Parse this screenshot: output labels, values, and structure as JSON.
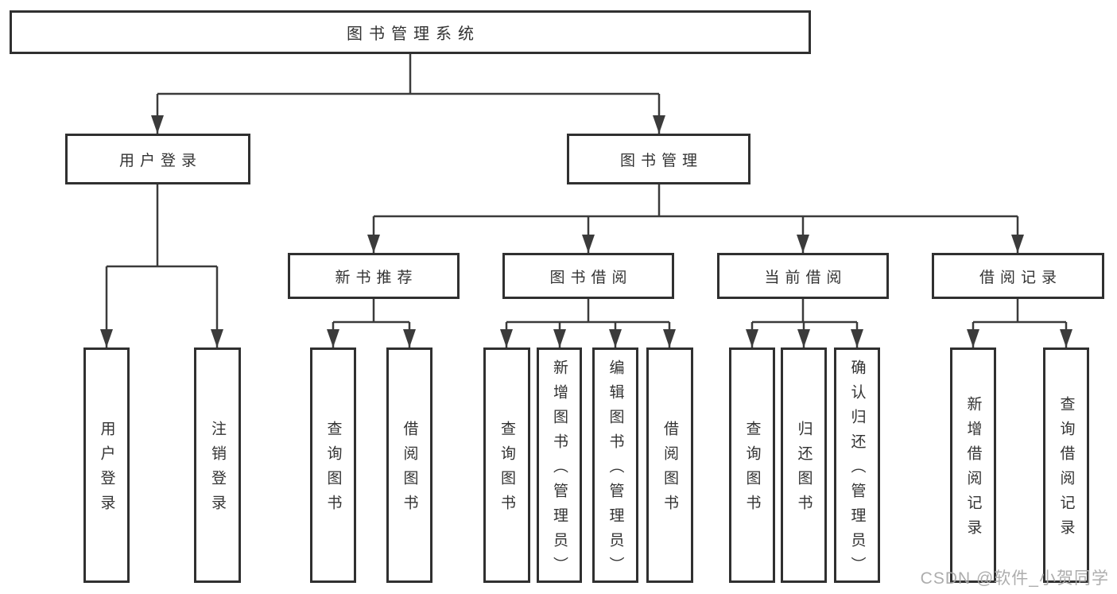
{
  "tree": {
    "root": {
      "label": "图书管理系统",
      "children": [
        {
          "label": "用户登录",
          "children": [
            {
              "label": "用户登录"
            },
            {
              "label": "注销登录"
            }
          ]
        },
        {
          "label": "图书管理",
          "children": [
            {
              "label": "新书推荐",
              "children": [
                {
                  "label": "查询图书"
                },
                {
                  "label": "借阅图书"
                }
              ]
            },
            {
              "label": "图书借阅",
              "children": [
                {
                  "label": "查询图书"
                },
                {
                  "label": "新增图书（管理员）"
                },
                {
                  "label": "编辑图书（管理员）"
                },
                {
                  "label": "借阅图书"
                }
              ]
            },
            {
              "label": "当前借阅",
              "children": [
                {
                  "label": "查询图书"
                },
                {
                  "label": "归还图书"
                },
                {
                  "label": "确认归还（管理员）"
                }
              ]
            },
            {
              "label": "借阅记录",
              "children": [
                {
                  "label": "新增借阅记录"
                },
                {
                  "label": "查询借阅记录"
                }
              ]
            }
          ]
        }
      ]
    }
  },
  "watermark": {
    "text": "CSDN @软件_小贺同学"
  },
  "colors": {
    "line": "#3b3b3b",
    "box_border": "#303030",
    "text": "#333333",
    "watermark": "#a9a9a9",
    "background": "#ffffff"
  }
}
